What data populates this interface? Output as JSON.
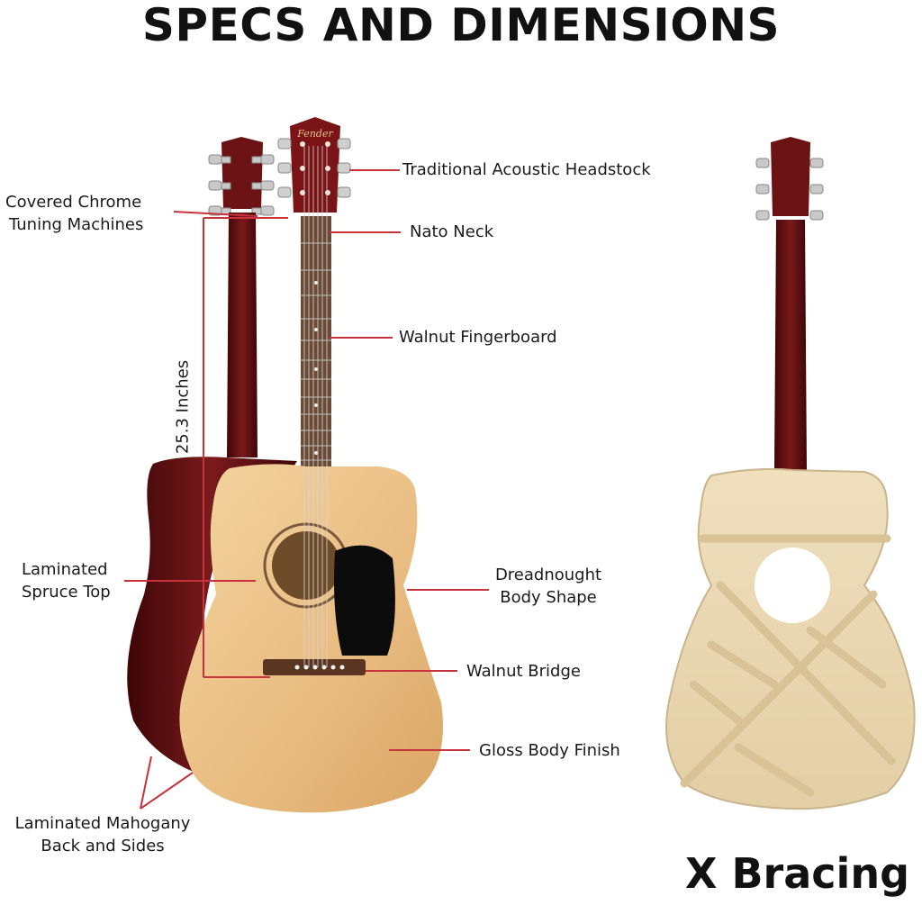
{
  "title": "SPECS AND DIMENSIONS",
  "scale_length": "25.3 Inches",
  "bracing_title": "X Bracing",
  "labels": {
    "tuning_line1": "Covered Chrome",
    "tuning_line2": "Tuning Machines",
    "headstock": "Traditional Acoustic Headstock",
    "neck": "Nato Neck",
    "fingerboard": "Walnut Fingerboard",
    "top_line1": "Laminated",
    "top_line2": "Spruce Top",
    "body_line1": "Dreadnought",
    "body_line2": "Body Shape",
    "bridge": "Walnut Bridge",
    "finish": "Gloss Body Finish",
    "back_line1": "Laminated Mahogany",
    "back_line2": "Back and Sides"
  },
  "headstock_logo": "Fender",
  "colors": {
    "callout": "#c8323c",
    "mahogany": "#5a1012",
    "spruce": "#e9bf86",
    "fingerboard": "#6b4a36",
    "pickguard": "#0c0c0c",
    "raw_wood": "#e8d6b2"
  }
}
